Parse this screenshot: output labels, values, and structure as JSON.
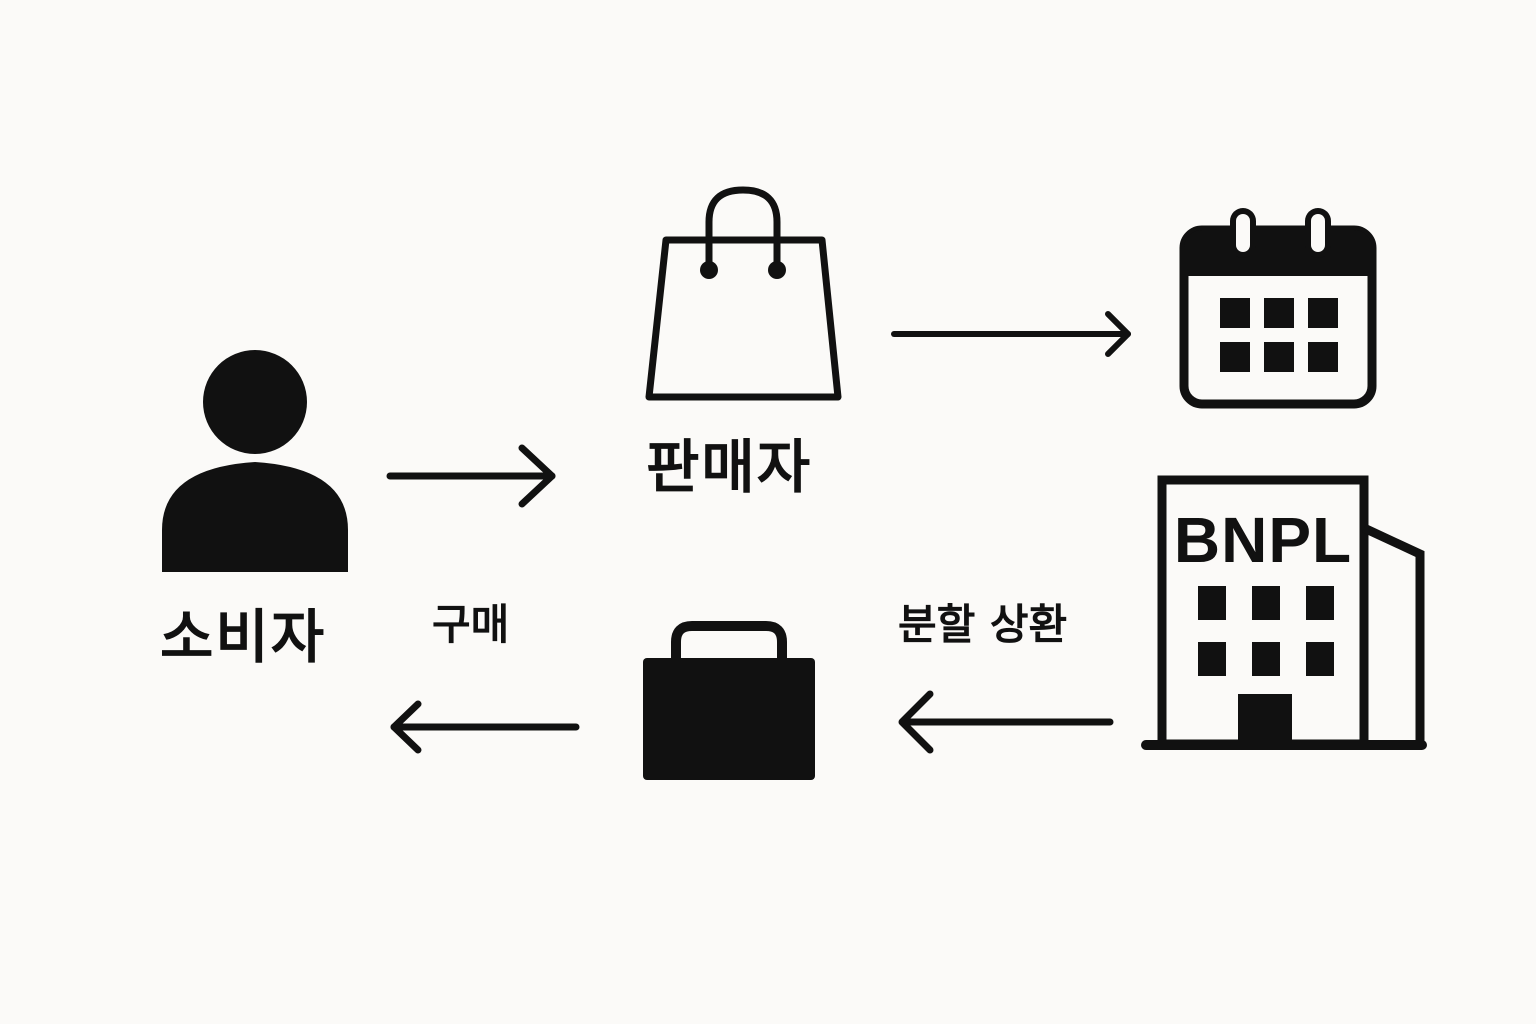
{
  "nodes": {
    "consumer": {
      "label": "소비자",
      "icon": "person-icon"
    },
    "seller": {
      "label": "판매자",
      "icon": "shopping-bag-icon"
    },
    "schedule": {
      "icon": "calendar-icon"
    },
    "bnpl": {
      "sign": "BNPL",
      "icon": "building-icon"
    },
    "goods": {
      "icon": "briefcase-icon"
    }
  },
  "edges": {
    "purchase": {
      "label": "구매"
    },
    "installment": {
      "label": "분할 상환"
    }
  },
  "colors": {
    "ink": "#111111",
    "background": "#fbfaf8"
  }
}
